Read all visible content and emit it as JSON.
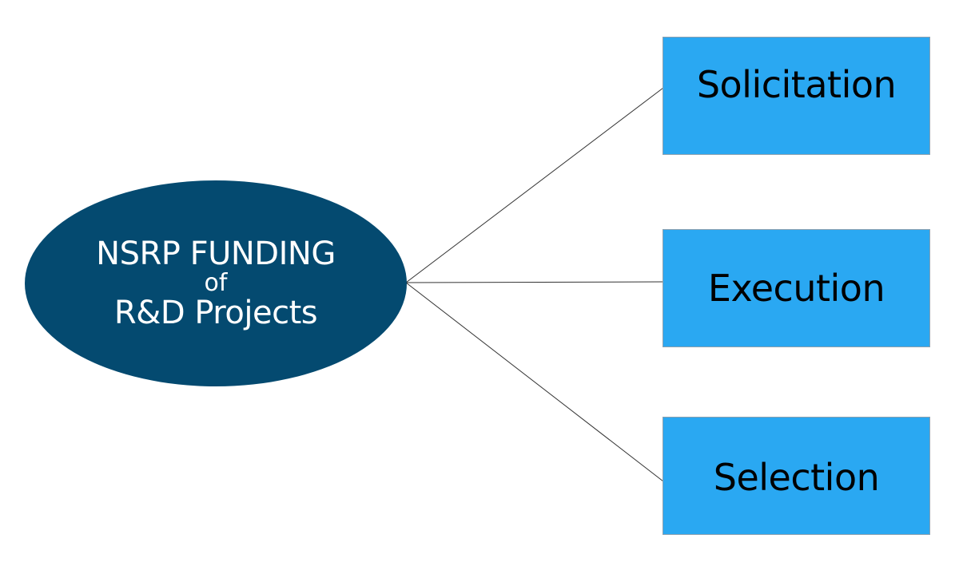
{
  "diagram": {
    "center": {
      "line1": "NSRP FUNDING",
      "line2": "of",
      "line3": "R&D Projects",
      "fill": "#044a70",
      "text_color": "#ffffff"
    },
    "branches": [
      {
        "label": "Solicitation"
      },
      {
        "label": "Execution"
      },
      {
        "label": "Selection"
      }
    ],
    "box_fill": "#2aa8f2",
    "connector_color": "#333333"
  }
}
